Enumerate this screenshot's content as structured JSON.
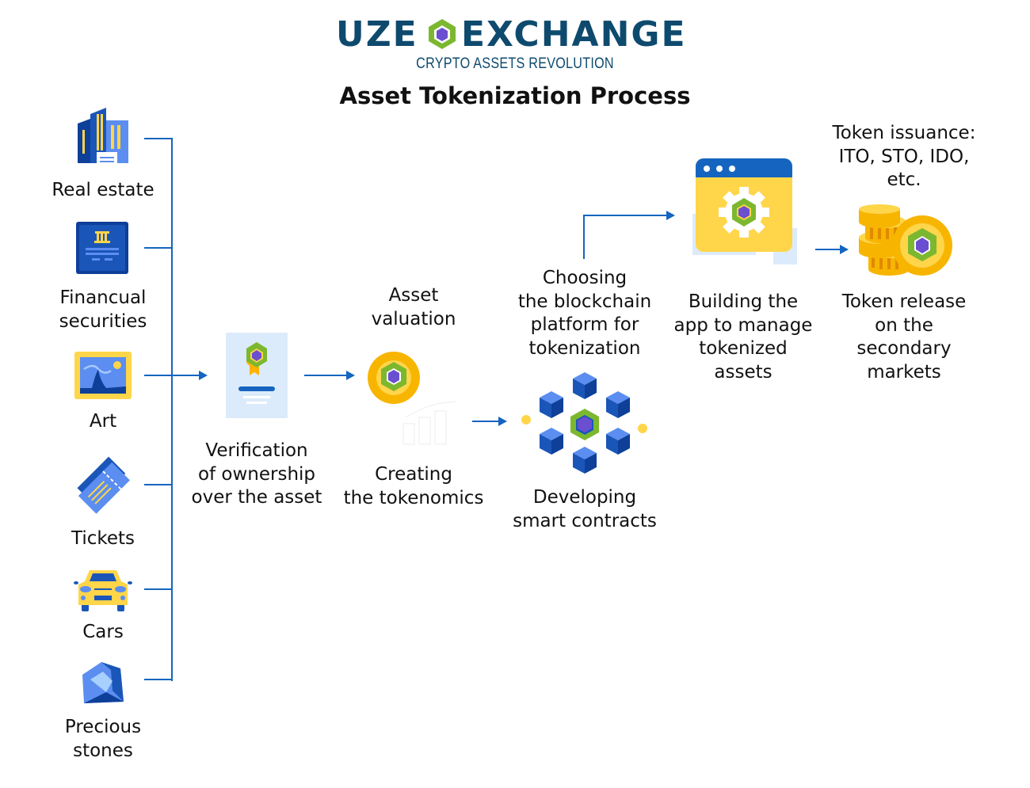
{
  "header": {
    "logo_left": "UZE",
    "logo_right": "EXCHANGE",
    "tagline": "CRYPTO ASSETS REVOLUTION",
    "title": "Asset Tokenization Process"
  },
  "assets": [
    {
      "label": "Real estate",
      "icon": "buildings-icon"
    },
    {
      "label": "Financual\nsecurities",
      "icon": "securities-certificate-icon"
    },
    {
      "label": "Art",
      "icon": "painting-icon"
    },
    {
      "label": "Tickets",
      "icon": "ticket-icon"
    },
    {
      "label": "Cars",
      "icon": "car-icon"
    },
    {
      "label": "Precious\nstones",
      "icon": "gem-icon"
    }
  ],
  "steps": [
    {
      "label": "Verification\nof ownership\nover the asset",
      "icon": "certificate-icon"
    },
    {
      "label": "Asset\nvaluation",
      "icon": "coin-icon"
    },
    {
      "label": "Creating\nthe tokenomics",
      "icon": "tokenomics-icon"
    },
    {
      "label": "Developing\nsmart contracts",
      "icon": "blockchain-cubes-icon"
    },
    {
      "label": "Choosing\nthe blockchain\nplatform for\ntokenization",
      "icon": ""
    },
    {
      "label": "Building the\napp to manage\ntokenized\nassets",
      "icon": "app-window-gear-icon"
    },
    {
      "label": "Token issuance:\nITO, STO, IDO,\netc.",
      "icon": ""
    },
    {
      "label": "Token release\non the\nsecondary\nmarkets",
      "icon": "coin-stack-icon"
    }
  ],
  "colors": {
    "brand_navy": "#0e4a6e",
    "arrow_blue": "#1565c0",
    "hex_green": "#7cb82f",
    "hex_purple": "#6a4fd0",
    "coin_gold": "#f7b500",
    "icon_blue": "#1a56b8",
    "icon_light_blue": "#5b8ef0",
    "icon_yellow": "#ffd54a"
  }
}
